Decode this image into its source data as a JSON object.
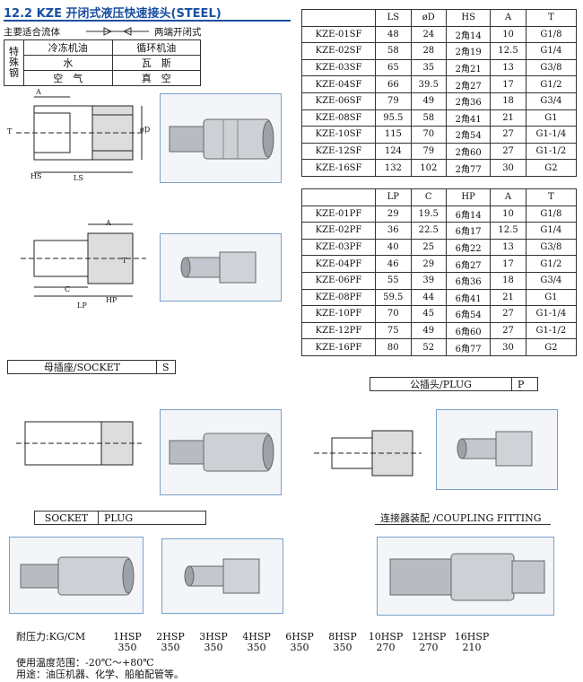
{
  "header": {
    "title": "12.2 KZE  开闭式液压快速接头(STEEL)",
    "fluid_heading": "主要适合流体",
    "both_end_closed": "两端开闭式"
  },
  "fluid_table": {
    "side_label": "特殊钢",
    "rows": [
      [
        "冷冻机油",
        "循环机油"
      ],
      [
        "水",
        "瓦　斯"
      ],
      [
        "空　气",
        "真　空"
      ]
    ]
  },
  "socket_table": {
    "headers": [
      "",
      "LS",
      "øD",
      "HS",
      "A",
      "T"
    ],
    "rows": [
      [
        "KZE-01SF",
        "48",
        "24",
        "2角14",
        "10",
        "G1/8"
      ],
      [
        "KZE-02SF",
        "58",
        "28",
        "2角19",
        "12.5",
        "G1/4"
      ],
      [
        "KZE-03SF",
        "65",
        "35",
        "2角21",
        "13",
        "G3/8"
      ],
      [
        "KZE-04SF",
        "66",
        "39.5",
        "2角27",
        "17",
        "G1/2"
      ],
      [
        "KZE-06SF",
        "79",
        "49",
        "2角36",
        "18",
        "G3/4"
      ],
      [
        "KZE-08SF",
        "95.5",
        "58",
        "2角41",
        "21",
        "G1"
      ],
      [
        "KZE-10SF",
        "115",
        "70",
        "2角54",
        "27",
        "G1-1/4"
      ],
      [
        "KZE-12SF",
        "124",
        "79",
        "2角60",
        "27",
        "G1-1/2"
      ],
      [
        "KZE-16SF",
        "132",
        "102",
        "2角77",
        "30",
        "G2"
      ]
    ]
  },
  "plug_table": {
    "headers": [
      "",
      "LP",
      "C",
      "HP",
      "A",
      "T"
    ],
    "rows": [
      [
        "KZE-01PF",
        "29",
        "19.5",
        "6角14",
        "10",
        "G1/8"
      ],
      [
        "KZE-02PF",
        "36",
        "22.5",
        "6角17",
        "12.5",
        "G1/4"
      ],
      [
        "KZE-03PF",
        "40",
        "25",
        "6角22",
        "13",
        "G3/8"
      ],
      [
        "KZE-04PF",
        "46",
        "29",
        "6角27",
        "17",
        "G1/2"
      ],
      [
        "KZE-06PF",
        "55",
        "39",
        "6角36",
        "18",
        "G3/4"
      ],
      [
        "KZE-08PF",
        "59.5",
        "44",
        "6角41",
        "21",
        "G1"
      ],
      [
        "KZE-10PF",
        "70",
        "45",
        "6角54",
        "27",
        "G1-1/4"
      ],
      [
        "KZE-12PF",
        "75",
        "49",
        "6角60",
        "27",
        "G1-1/2"
      ],
      [
        "KZE-16PF",
        "80",
        "52",
        "6角77",
        "30",
        "G2"
      ]
    ]
  },
  "drawing_labels": {
    "socket_a": "A",
    "socket_t": "T",
    "socket_d": "øD",
    "socket_hs": "HS",
    "socket_ls": "LS",
    "plug_a": "A",
    "plug_t": "T",
    "plug_c": "C",
    "plug_hp": "HP",
    "plug_lp": "LP"
  },
  "labels": {
    "socket_label": "母插座/SOCKET",
    "socket_code": "S",
    "plug_label": "公插头/PLUG",
    "plug_code": "P",
    "socket_word": "SOCKET",
    "plug_word": "PLUG",
    "coupling": "连接器装配 /COUPLING FITTING"
  },
  "pressure": {
    "label": "耐压力:KG/CM",
    "sizes": [
      "1HSP",
      "2HSP",
      "3HSP",
      "4HSP",
      "6HSP",
      "8HSP",
      "10HSP",
      "12HSP",
      "16HSP"
    ],
    "values": [
      "350",
      "350",
      "350",
      "350",
      "350",
      "350",
      "270",
      "270",
      "210"
    ]
  },
  "footer": {
    "temperature": "使用温度范围：-20℃～+80℃",
    "usage": "用途：油压机器、化学、船舶配管等。"
  }
}
